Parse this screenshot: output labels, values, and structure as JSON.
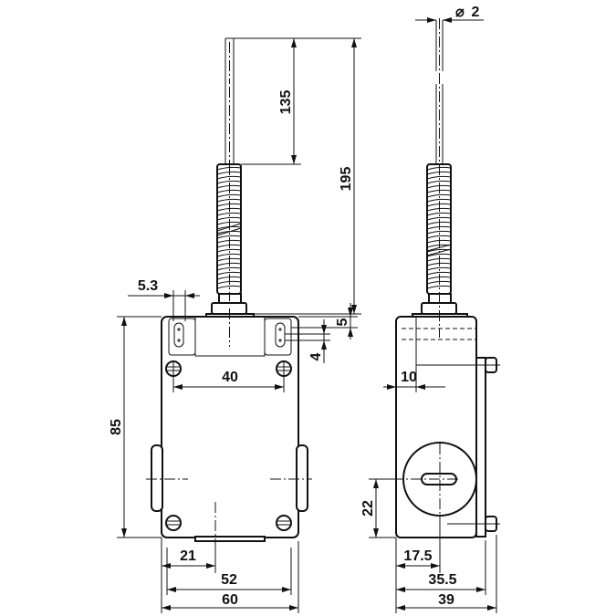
{
  "drawing": {
    "front_view": {
      "dims": {
        "rod_wire": "135",
        "overall_height": "195",
        "slot_offset": "5.3",
        "top_offset": "5",
        "slot_spacing": "4",
        "hole_spacing": "40",
        "body_height": "85",
        "foot_offset": "21",
        "hole_width": "52",
        "body_width": "60"
      }
    },
    "side_view": {
      "dims": {
        "wire_diameter": "2",
        "diameter_symbol": "⌀",
        "slot_depth": "10",
        "cable_height": "22",
        "cable_offset": "17.5",
        "mount_depth": "35.5",
        "body_depth": "39"
      }
    }
  }
}
